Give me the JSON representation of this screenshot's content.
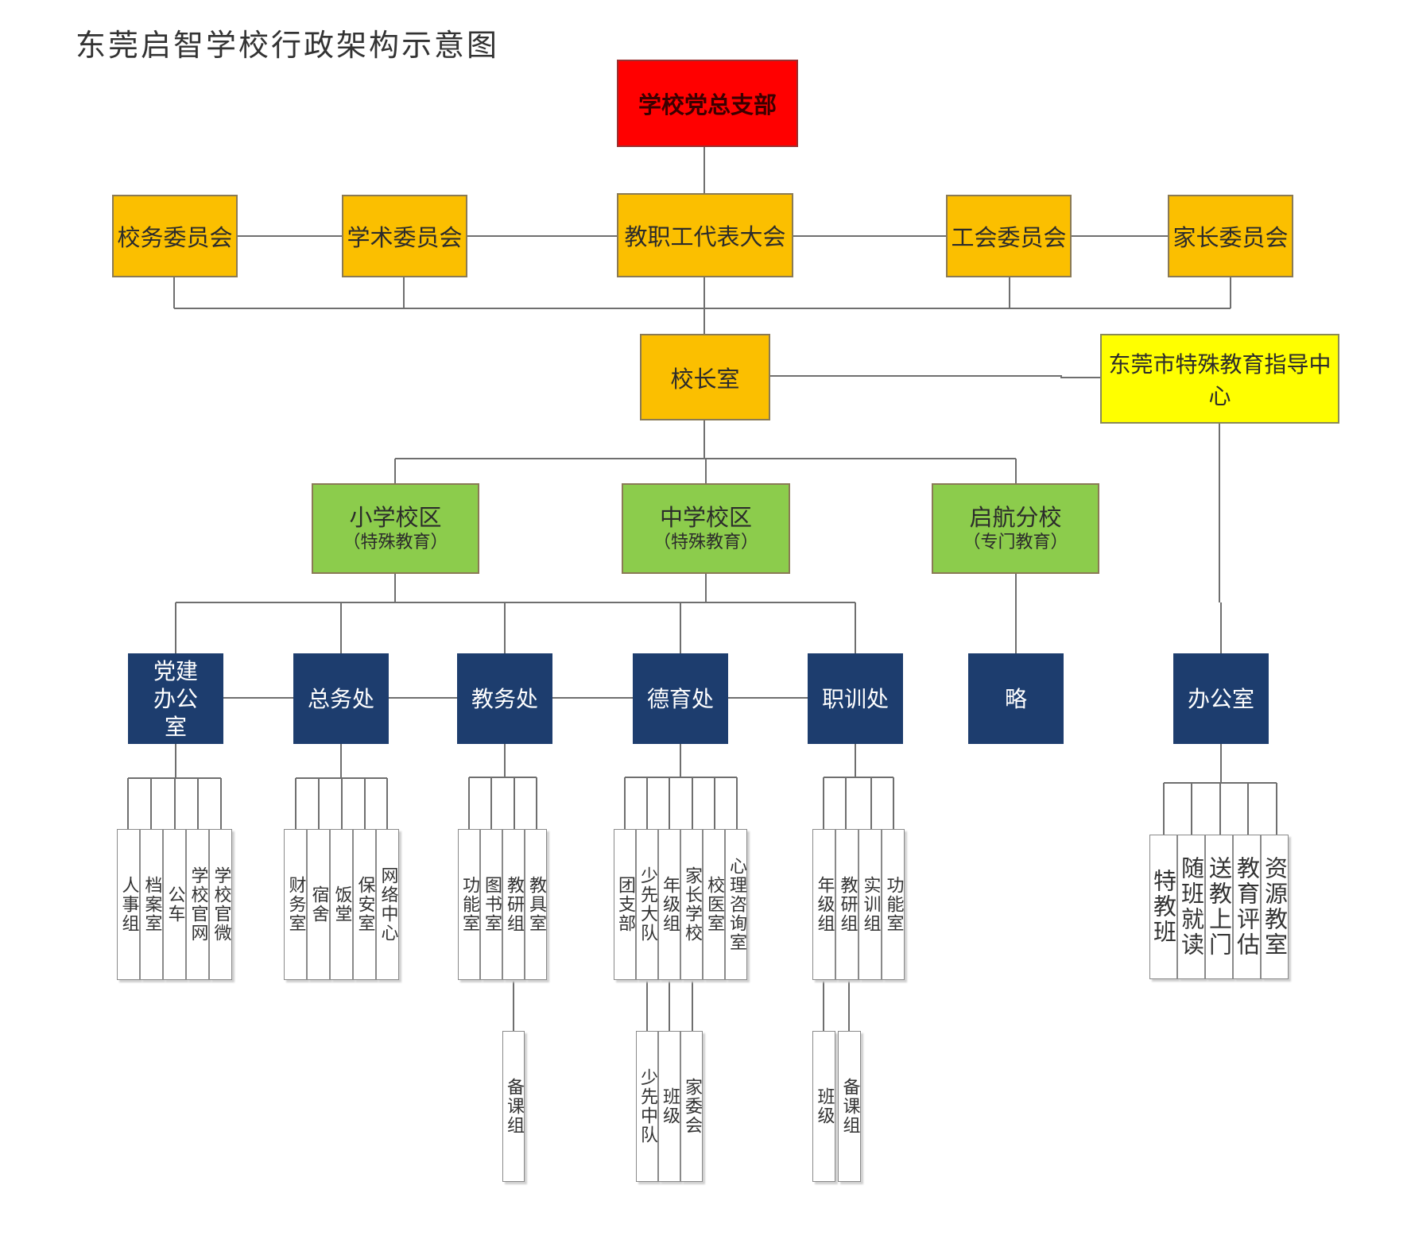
{
  "title": "东莞启智学校行政架构示意图",
  "party": "学校党总支部",
  "committees": [
    "校务委员会",
    "学术委员会",
    "教职工代表大会",
    "工会委员会",
    "家长委员会"
  ],
  "principal": "校长室",
  "guidance_center": "东莞市特殊教育指导中心",
  "campuses": [
    {
      "name": "小学校区",
      "sub": "（特殊教育）"
    },
    {
      "name": "中学校区",
      "sub": "（特殊教育）"
    },
    {
      "name": "启航分校",
      "sub": "（专门教育）"
    }
  ],
  "departments": [
    "党建办公室",
    "总务处",
    "教务处",
    "德育处",
    "职训处",
    "略",
    "办公室"
  ],
  "groups": {
    "party_office": [
      "人事组",
      "档案室",
      "公车",
      "学校官网",
      "学校官微"
    ],
    "general_affairs": [
      "财务室",
      "宿舍",
      "饭堂",
      "保安室",
      "网络中心"
    ],
    "academic_affairs": [
      "功能室",
      "图书室",
      "教研组",
      "教具室"
    ],
    "moral_education": [
      "团支部",
      "少先大队",
      "年级组",
      "家长学校",
      "校医室",
      "心理咨询室"
    ],
    "vocational_training": [
      "年级组",
      "教研组",
      "实训组",
      "功能室"
    ],
    "center_office": [
      "特教班",
      "随班就读",
      "送教上门",
      "教育评估",
      "资源教室"
    ]
  },
  "subgroups": {
    "academic_affairs": [
      "备课组"
    ],
    "moral_education": [
      "少先中队",
      "班级",
      "家委会"
    ],
    "vocational_training": [
      "班级",
      "备课组"
    ]
  },
  "colors": {
    "party": "#ff0000",
    "committee": "#fbbf00",
    "center": "#ffff00",
    "campus": "#8ccc4c",
    "department": "#1d3d6e"
  }
}
